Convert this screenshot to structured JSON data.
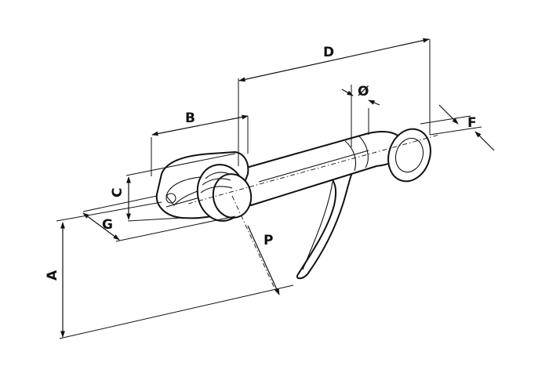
{
  "diagram": {
    "labels": {
      "a": "A",
      "b": "B",
      "c": "C",
      "d": "D",
      "f": "F",
      "g": "G",
      "p": "P",
      "diameter": "Ø"
    },
    "colors": {
      "ink": "#111111",
      "background": "#ffffff"
    }
  }
}
